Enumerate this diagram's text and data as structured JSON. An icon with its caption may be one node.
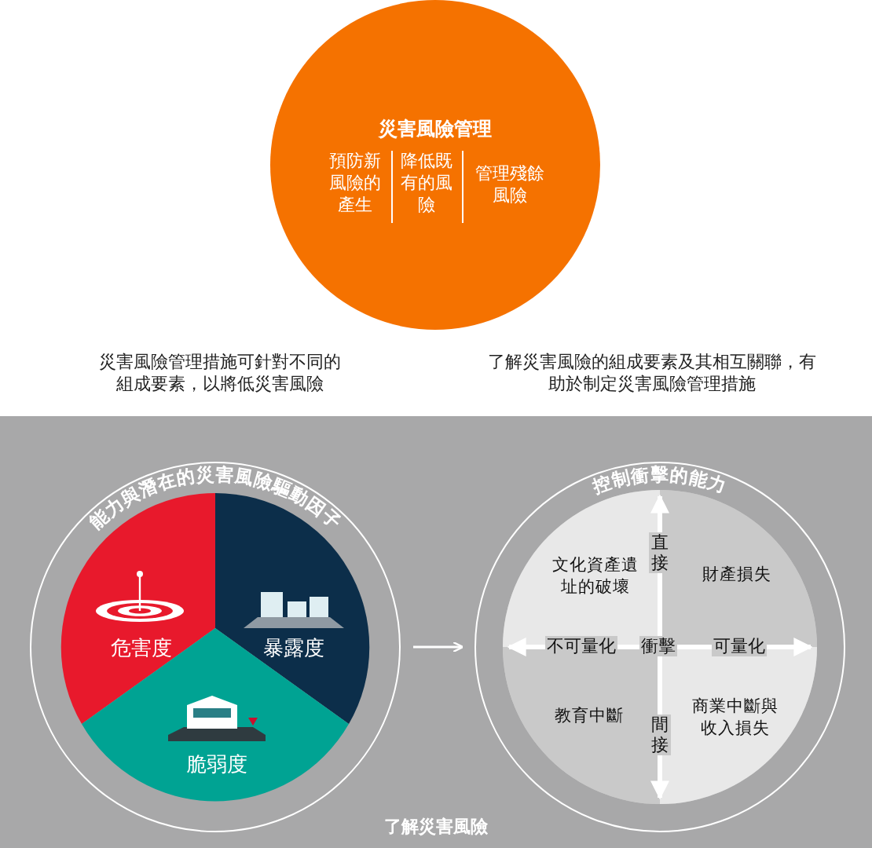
{
  "diagram": {
    "nodes": [
      {
        "text": [
          "災害風險管理"
        ]
      },
      {
        "text": [
          "預防新風險的產生"
        ],
        "in": 0
      },
      {
        "text": [
          "降低既有的風險"
        ],
        "in": 0
      },
      {
        "text": [
          "管理殘餘風險"
        ],
        "in": 0
      },
      {
        "text": [
          "能力與潛在的災害風險驅動因子"
        ]
      },
      {
        "text": [
          "危害度"
        ],
        "in": 4
      },
      {
        "text": [
          "暴露度"
        ],
        "in": 4
      },
      {
        "text": [
          "脆弱度"
        ],
        "in": 4
      },
      {
        "text": [
          "控制衝擊的能力"
        ]
      },
      {
        "text": [
          "文化資產遺址的破壞"
        ],
        "in": 8
      },
      {
        "text": [
          "財產損失"
        ],
        "in": 8
      },
      {
        "text": [
          "教育中斷"
        ],
        "in": 8
      },
      {
        "text": [
          "商業中斷與收入損失"
        ],
        "in": 8
      }
    ],
    "edges": [
      {
        "from": 4,
        "to": 8,
        "arrow": "to"
      }
    ],
    "labels": [
      "災害風險管理措施可針對不同的組成要素，以將低災害風險",
      "了解災害風險的組成要素及其相互關聯，有助於制定災害風險管理措施",
      "直接",
      "不可量化",
      "衝擊",
      "可量化",
      "間接",
      "了解災害風險"
    ]
  }
}
